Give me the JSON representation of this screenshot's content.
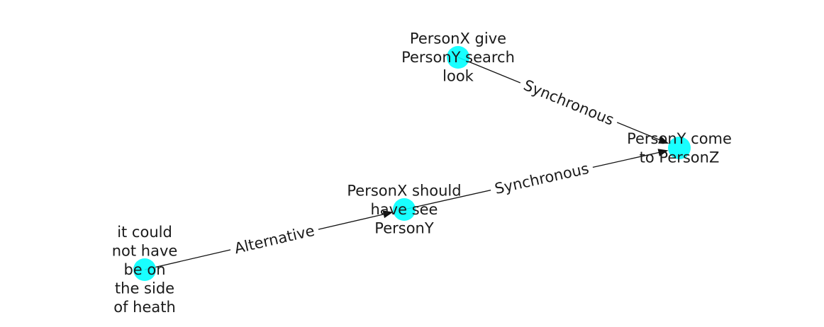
{
  "colors": {
    "node": "#00ffff",
    "edge": "#111111",
    "text": "#1a1a1a",
    "background": "#ffffff"
  },
  "nodes": [
    {
      "id": "n1",
      "lines": [
        "PersonX give",
        "PersonY search",
        "look"
      ]
    },
    {
      "id": "n2",
      "lines": [
        "PersonY come",
        "to PersonZ"
      ]
    },
    {
      "id": "n3",
      "lines": [
        "PersonX should",
        "have see",
        "PersonY"
      ]
    },
    {
      "id": "n4",
      "lines": [
        "it could",
        "not have",
        "be on",
        "the side",
        "of heath"
      ]
    }
  ],
  "edges": [
    {
      "id": "e1",
      "source": "n1",
      "target": "n2",
      "label": "Synchronous"
    },
    {
      "id": "e2",
      "source": "n3",
      "target": "n2",
      "label": "Synchronous"
    },
    {
      "id": "e3",
      "source": "n4",
      "target": "n3",
      "label": "Alternative"
    }
  ]
}
